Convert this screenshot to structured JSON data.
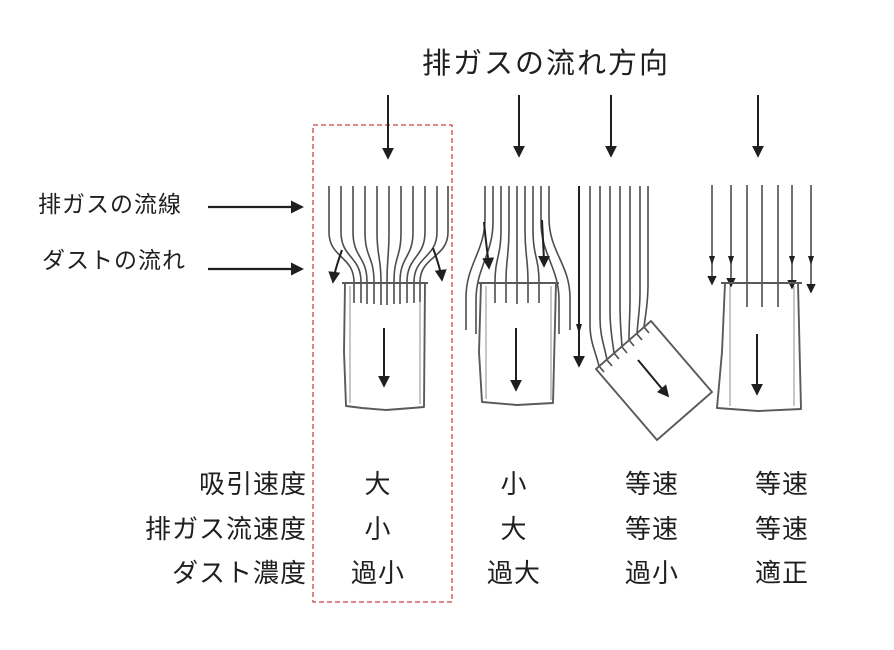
{
  "title": "排ガスの流れ方向",
  "colors": {
    "accent_red": "#cc4545",
    "ink": "#1f1f1f",
    "line_gray": "#4d4d4d",
    "probe_gray": "#5a5a5a"
  },
  "legend": {
    "items": [
      {
        "label": "排ガスの流線"
      },
      {
        "label": "ダストの流れ"
      }
    ]
  },
  "table": {
    "row_labels": [
      "吸引速度",
      "排ガス流速度",
      "ダスト濃度"
    ],
    "rows": [
      {
        "label": "吸引速度",
        "values": [
          "大",
          "小",
          "等速",
          "等速"
        ]
      },
      {
        "label": "排ガス流速度",
        "values": [
          "小",
          "大",
          "等速",
          "等速"
        ]
      },
      {
        "label": "ダスト濃度",
        "values": [
          "過小",
          "過大",
          "過小",
          "適正"
        ]
      }
    ]
  }
}
